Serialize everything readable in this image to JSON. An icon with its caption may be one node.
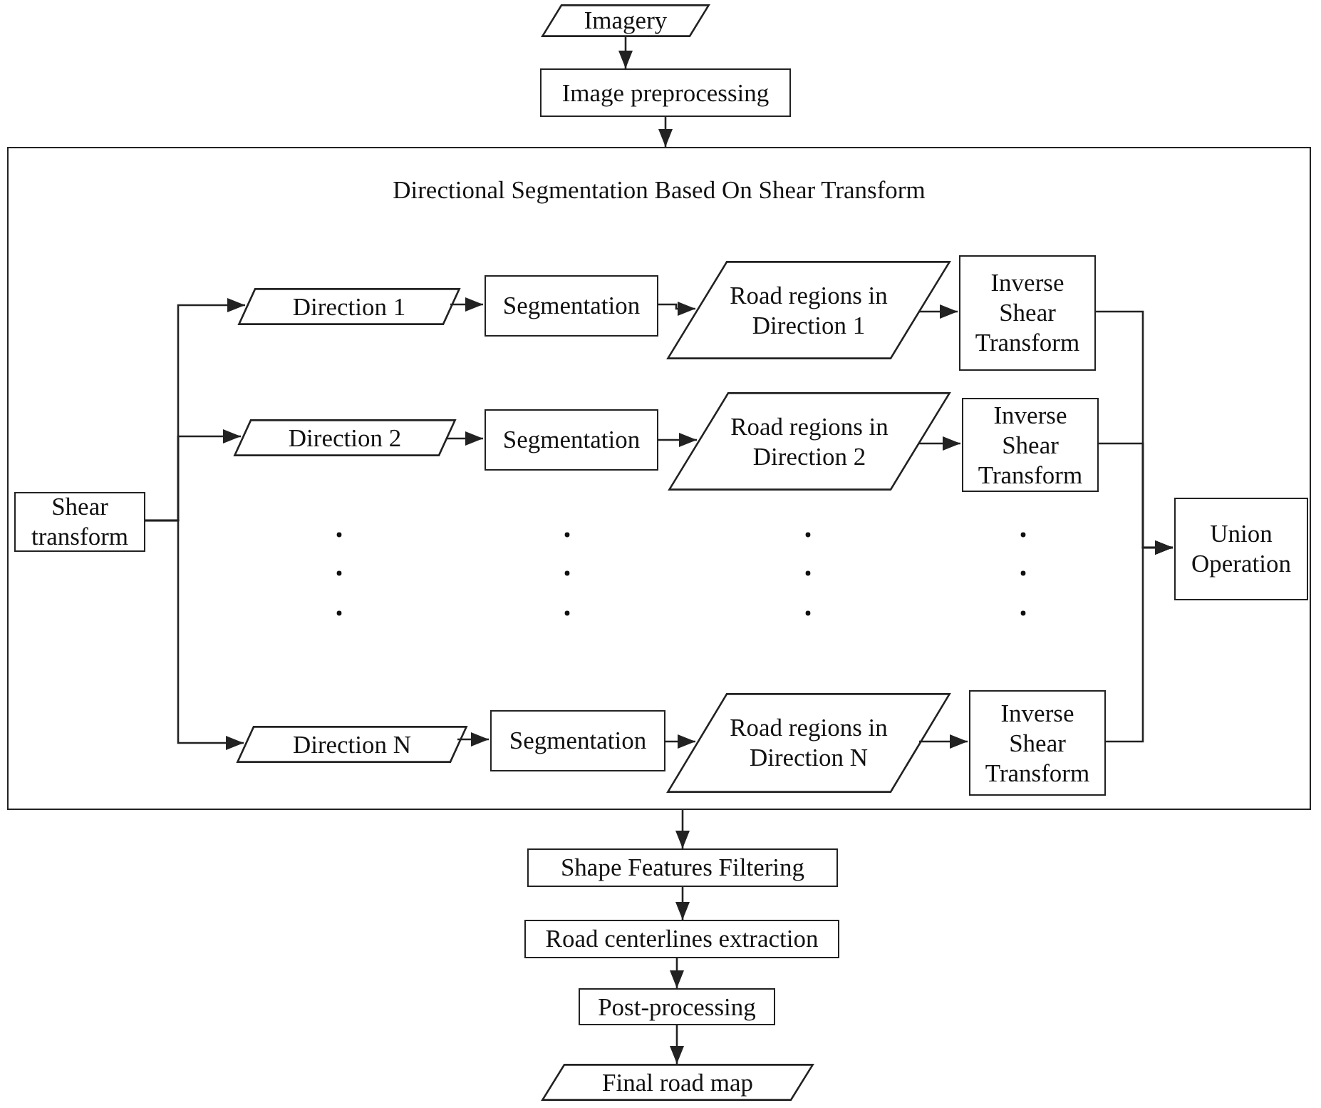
{
  "diagram": {
    "nodes": [
      {
        "text": [
          "Imagery"
        ]
      },
      {
        "text": [
          "Image preprocessing"
        ]
      },
      {
        "text": [
          "Directional Segmentation Based On Shear Transform"
        ]
      },
      {
        "text": [
          "Shear transform"
        ],
        "in": 2
      },
      {
        "text": [
          "Direction 1"
        ],
        "in": 2
      },
      {
        "text": [
          "Segmentation"
        ],
        "in": 2
      },
      {
        "text": [
          "Road regions in Direction 1"
        ],
        "in": 2
      },
      {
        "text": [
          "Inverse Shear Transform"
        ],
        "in": 2
      },
      {
        "text": [
          "Direction 2"
        ],
        "in": 2
      },
      {
        "text": [
          "Segmentation"
        ],
        "in": 2
      },
      {
        "text": [
          "Road regions in Direction 2"
        ],
        "in": 2
      },
      {
        "text": [
          "Inverse Shear Transform"
        ],
        "in": 2
      },
      {
        "text": [
          "Direction N"
        ],
        "in": 2
      },
      {
        "text": [
          "Segmentation"
        ],
        "in": 2
      },
      {
        "text": [
          "Road regions in Direction N"
        ],
        "in": 2
      },
      {
        "text": [
          "Inverse Shear Transform"
        ],
        "in": 2
      },
      {
        "text": [
          "Union Operation"
        ],
        "in": 2
      },
      {
        "text": [
          "Shape Features Filtering"
        ]
      },
      {
        "text": [
          "Road centerlines extraction"
        ]
      },
      {
        "text": [
          "Post-processing"
        ]
      },
      {
        "text": [
          "Final road map"
        ]
      }
    ],
    "edges": [
      {
        "from": 0,
        "to": 1,
        "arrow": "to"
      },
      {
        "from": 1,
        "to": 2,
        "arrow": "to"
      },
      {
        "from": 3,
        "to": 4,
        "arrow": "to"
      },
      {
        "from": 4,
        "to": 5,
        "arrow": "to"
      },
      {
        "from": 5,
        "to": 6,
        "arrow": "to"
      },
      {
        "from": 6,
        "to": 7,
        "arrow": "to"
      },
      {
        "from": 3,
        "to": 8,
        "arrow": "to"
      },
      {
        "from": 8,
        "to": 9,
        "arrow": "to"
      },
      {
        "from": 9,
        "to": 10,
        "arrow": "to"
      },
      {
        "from": 10,
        "to": 11,
        "arrow": "to"
      },
      {
        "from": 3,
        "to": 12,
        "arrow": "to"
      },
      {
        "from": 12,
        "to": 13,
        "arrow": "to"
      },
      {
        "from": 13,
        "to": 14,
        "arrow": "to"
      },
      {
        "from": 14,
        "to": 15,
        "arrow": "to"
      },
      {
        "from": 7,
        "to": 16,
        "arrow": "to"
      },
      {
        "from": 11,
        "to": 16,
        "arrow": "to"
      },
      {
        "from": 15,
        "to": 16,
        "arrow": "to"
      },
      {
        "from": 2,
        "to": 17,
        "arrow": "to"
      },
      {
        "from": 17,
        "to": 18,
        "arrow": "to"
      },
      {
        "from": 18,
        "to": 19,
        "arrow": "to"
      },
      {
        "from": 19,
        "to": 20,
        "arrow": "to"
      }
    ]
  }
}
